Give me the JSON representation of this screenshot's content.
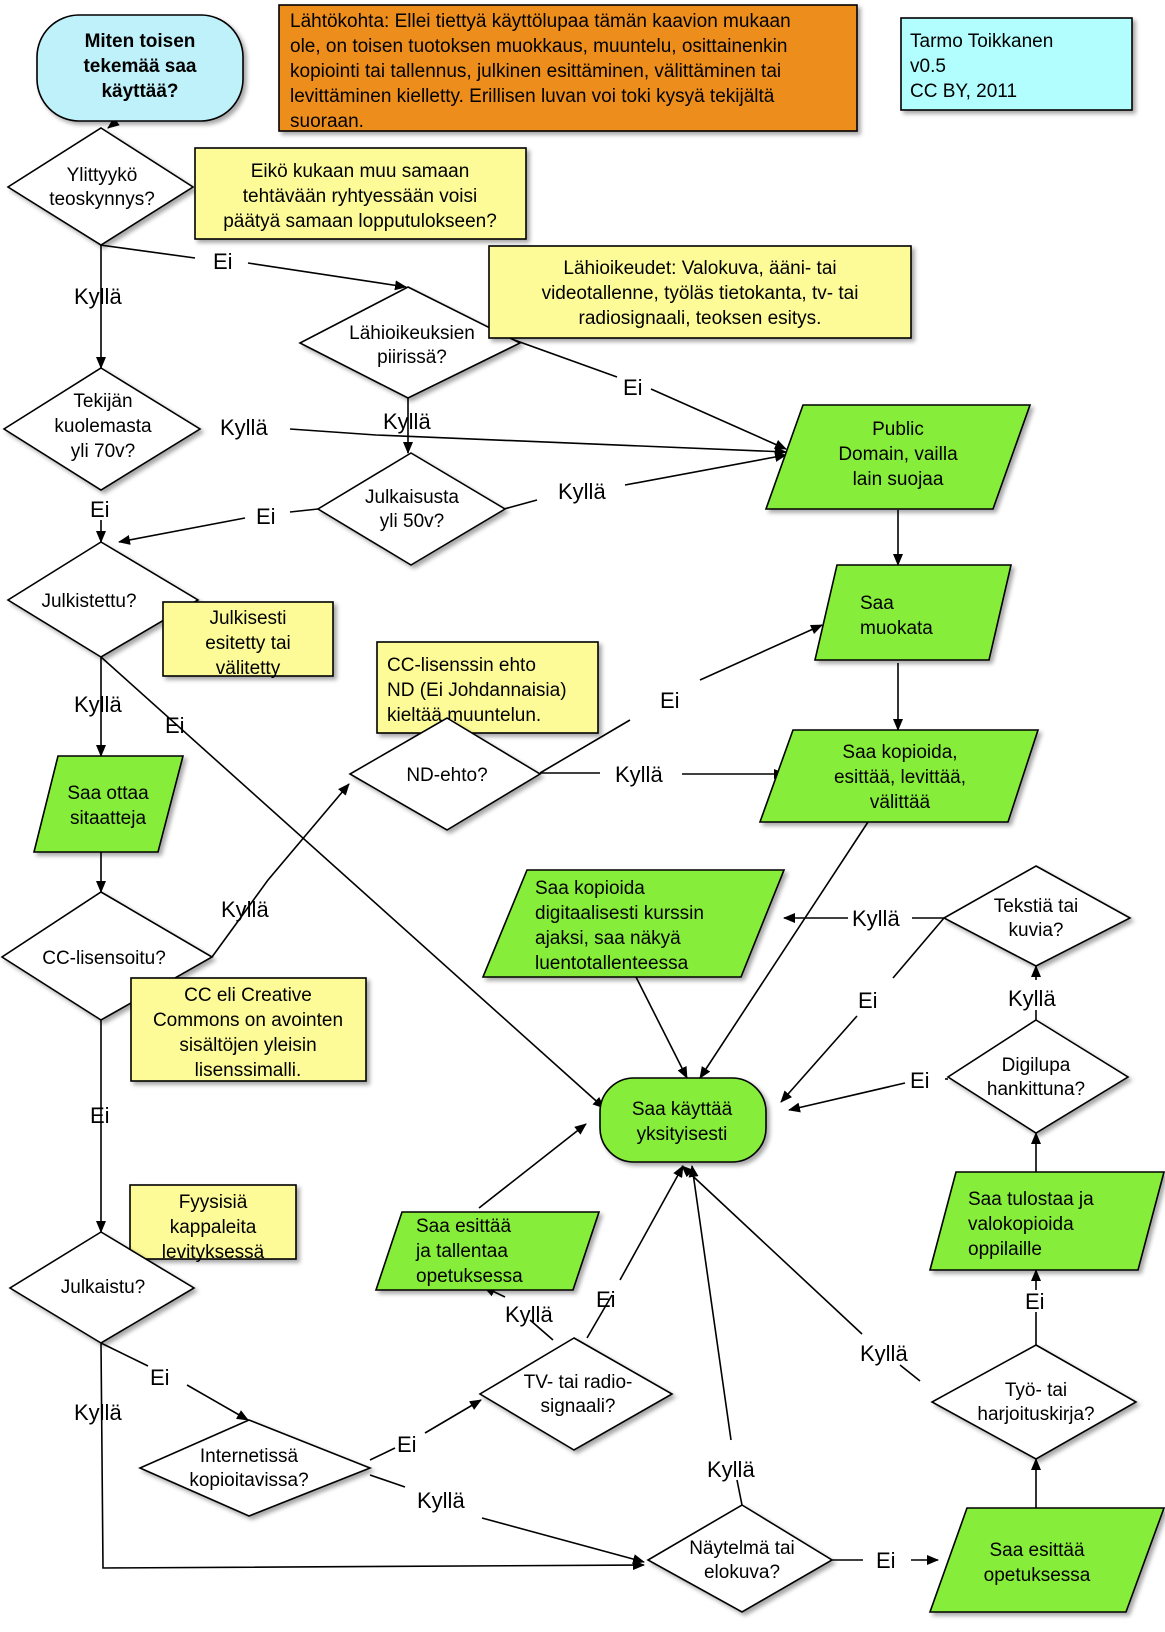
{
  "colors": {
    "start": "#bff1fa",
    "green": "#86ed3a",
    "yellow": "#fdfb97",
    "orange": "#ed8d1a",
    "cyan": "#b2fdfd",
    "stroke": "#000000"
  },
  "start": {
    "lines": [
      "Miten toisen",
      "tekemää saa",
      "käyttää?"
    ]
  },
  "notes": {
    "lahtokohta": [
      "Lähtökohta: Ellei tiettyä käyttölupaa tämän kaavion mukaan",
      "ole, on toisen tuotoksen muokkaus, muuntelu, osittainenkin",
      "kopiointi tai tallennus, julkinen esittäminen, välittäminen tai",
      "levittäminen kielletty. Erillisen luvan voi toki kysyä tekijältä",
      "suoraan."
    ],
    "author": [
      "Tarmo Toikkanen",
      "v0.5",
      "CC BY, 2011"
    ],
    "teoskynnys": [
      "Eikö kukaan muu samaan",
      "tehtävään ryhtyessään voisi",
      "päätyä samaan lopputulokseen?"
    ],
    "lahioikeudet": [
      "Lähioikeudet: Valokuva, ääni- tai",
      "videotallenne, työläs tietokanta, tv- tai",
      "radiosignaali, teoksen esitys."
    ],
    "julkisesti": [
      "Julkisesti",
      "esitetty tai",
      "välitetty"
    ],
    "nd": [
      "CC-lisenssin ehto",
      "ND (Ei Johdannaisia)",
      "kieltää muuntelun."
    ],
    "cc": [
      "CC eli Creative",
      "Commons on avointen",
      "sisältöjen yleisin",
      "lisenssimalli."
    ],
    "fyysisia": [
      "Fyysisiä",
      "kappaleita",
      "levityksessä"
    ]
  },
  "decisions": {
    "ylittyyko": [
      "Ylittyykö",
      "teoskynnys?"
    ],
    "lahioikeuksien": [
      "Lähioikeuksien",
      "piirissä?"
    ],
    "tekijan": [
      "Tekijän",
      "kuolemasta",
      "yli 70v?"
    ],
    "julkaisusta": [
      "Julkaisusta",
      "yli 50v?"
    ],
    "julkistettu": [
      "Julkistettu?"
    ],
    "ndehto": [
      "ND-ehto?"
    ],
    "ccl": [
      "CC-lisensoitu?"
    ],
    "julkaistu": [
      "Julkaistu?"
    ],
    "internetissa": [
      "Internetissä",
      "kopioitavissa?"
    ],
    "tvradio": [
      "TV- tai radio-",
      "signaali?"
    ],
    "naytelma": [
      "Näytelmä tai",
      "elokuva?"
    ],
    "tekstia": [
      "Tekstiä tai",
      "kuvia?"
    ],
    "digilupa": [
      "Digilupa",
      "hankittuna?"
    ],
    "tyokirja": [
      "Työ- tai",
      "harjoituskirja?"
    ]
  },
  "results": {
    "public": [
      "Public",
      "Domain, vailla",
      "lain suojaa"
    ],
    "muokata": [
      "Saa",
      "muokata"
    ],
    "kopioida": [
      "Saa kopioida,",
      "esittää, levittää,",
      "välittää"
    ],
    "sitaatteja": [
      "Saa ottaa",
      "sitaatteja"
    ],
    "digitaalisesti": [
      "Saa kopioida",
      "digitaalisesti kurssin",
      "ajaksi, saa näkyä",
      "luentotallenteessa"
    ],
    "tallentaa": [
      "Saa esittää",
      "ja tallentaa",
      "opetuksessa"
    ],
    "tulostaa": [
      "Saa tulostaa ja",
      "valokopioida",
      "oppilaille"
    ],
    "esittaa": [
      "Saa esittää",
      "opetuksessa"
    ]
  },
  "terminal": [
    "Saa käyttää",
    "yksityisesti"
  ],
  "labels": {
    "yes": "Kyllä",
    "no": "Ei"
  }
}
